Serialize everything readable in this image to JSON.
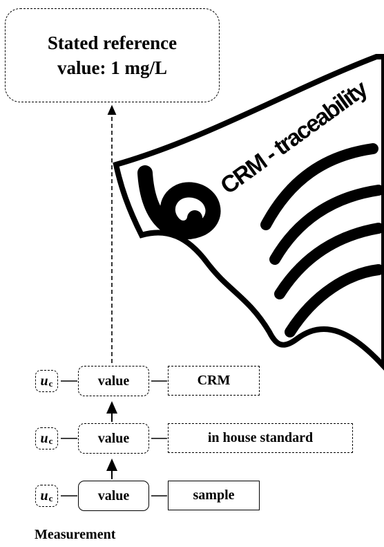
{
  "reference": {
    "line1": "Stated reference",
    "line2": "value: 1 mg/L"
  },
  "scroll": {
    "title": "CRM - traceability"
  },
  "rows": [
    {
      "uncertainty": "u",
      "subscript": "c",
      "value": "value",
      "label": "CRM",
      "label_border": "dashed",
      "value_border": "dashed"
    },
    {
      "uncertainty": "u",
      "subscript": "c",
      "value": "value",
      "label": "in house standard",
      "label_border": "dashed",
      "value_border": "dashed"
    },
    {
      "uncertainty": "u",
      "subscript": "c",
      "value": "value",
      "label": "sample",
      "label_border": "solid",
      "value_border": "solid"
    }
  ],
  "footer": {
    "label": "Measurement"
  }
}
